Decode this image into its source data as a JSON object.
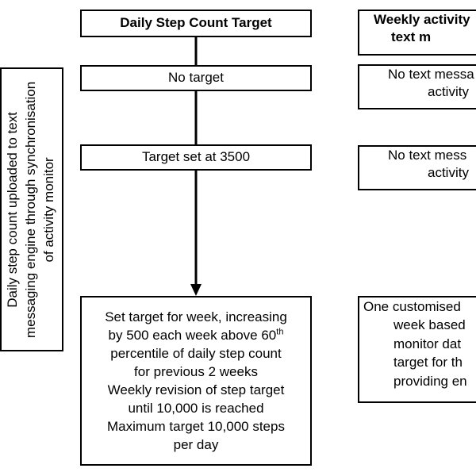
{
  "side_box": {
    "lines": [
      "Daily step count uploaded to text",
      "messaging engine through synchronisation",
      "of activity monitor"
    ]
  },
  "left_column": {
    "header": "Daily Step Count Target",
    "box1": "No target",
    "box2": "Target set at 3500",
    "box3": {
      "lines": [
        "Set target for week, increasing",
        "by 500 each week above 60",
        "percentile of daily step count",
        "for previous 2 weeks",
        "Weekly revision of step target",
        "until 10,000 is reached",
        "Maximum target 10,000 steps",
        "per day"
      ],
      "superscript": "th"
    }
  },
  "right_column": {
    "header": [
      "Weekly activity",
      "text m"
    ],
    "box1": [
      "No text messa",
      "activity"
    ],
    "box2": [
      "No text mess",
      "activity"
    ],
    "box3": [
      "One customised",
      "week based",
      "monitor dat",
      "target for th",
      "providing en"
    ]
  }
}
